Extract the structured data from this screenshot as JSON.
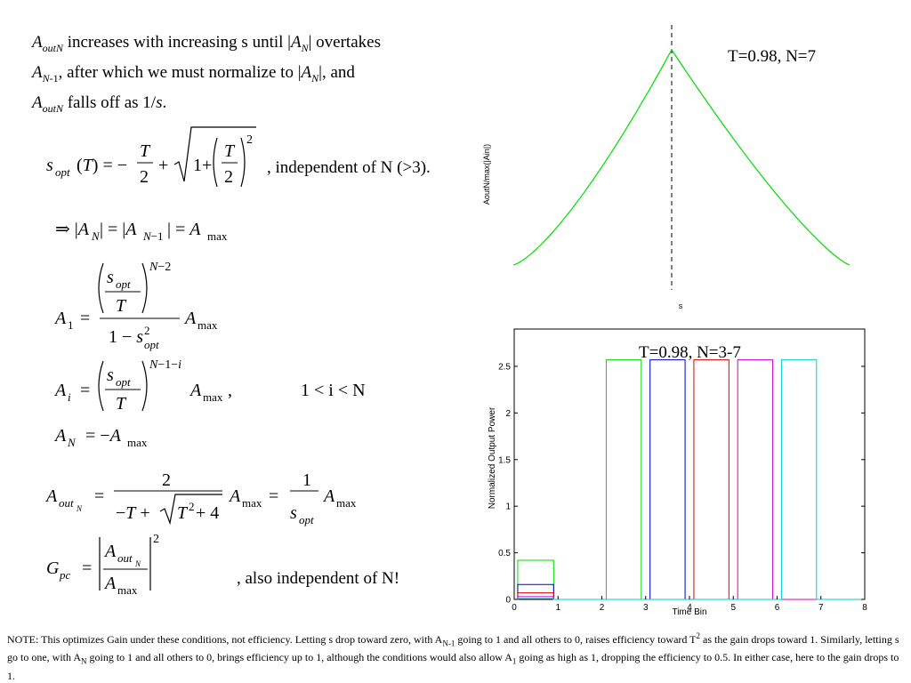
{
  "intro": {
    "l1_a": "A",
    "l1_sub": "outN",
    "l1_b": " increases with increasing s until |",
    "l1_c": "A",
    "l1_csub": "N",
    "l1_d": "| overtakes",
    "l2_a": "A",
    "l2_sub": "N",
    "l2_sub2": "-1",
    "l2_b": ", after which we must normalize to |",
    "l2_c": "A",
    "l2_csub": "N",
    "l2_d": "|, and",
    "l3_a": "A",
    "l3_sub": "outN",
    "l3_b": " falls off as 1/",
    "l3_c": "s",
    "l3_d": "."
  },
  "equations": {
    "sopt_note": ", independent of N (>3).",
    "gpc_note": ", also independent of N!",
    "range": "1 < i < N"
  },
  "note": {
    "p1": "NOTE:  This optimizes Gain under these conditions, not efficiency.  Letting s drop toward zero, with A",
    "p1_sub": "N-1",
    "p2": " going to 1 and all others to 0, raises efficiency toward T",
    "p2_sup": "2",
    "p3": " as the gain drops toward 1.  Similarly, letting s go to one, with A",
    "p3_sub": "N",
    "p4": " going to 1 and all others to 0, brings efficiency up to 1, although the conditions would also allow A",
    "p4_sub": "1",
    "p5": " going as high as 1, dropping the efficiency to 0.5.  In either case, here to the gain drops to 1."
  },
  "chart_data": [
    {
      "type": "line",
      "title": "T=0.98, N=7",
      "xlabel": "s",
      "ylabel": "AoutN/max(|Ain|)",
      "axes_visible": false,
      "vertical_marker": "dashed line at s_opt (peak)",
      "series": [
        {
          "color": "#00dd00",
          "shape": "rises to a peak at s_opt, then falls off"
        }
      ]
    },
    {
      "type": "bar",
      "title": "T=0.98, N=3-7",
      "xlabel": "Time Bin",
      "ylabel": "Normalized Output Power",
      "xlim": [
        0,
        8
      ],
      "ylim": [
        0,
        2.9
      ],
      "xticks": [
        "0",
        "1",
        "2",
        "3",
        "4",
        "5",
        "6",
        "7",
        "8"
      ],
      "yticks": [
        "0",
        "0.5",
        "1",
        "1.5",
        "2",
        "2.5"
      ],
      "series": [
        {
          "color": "#00dd00",
          "bins": [
            [
              0.08,
              0.9,
              0.42
            ],
            [
              2.1,
              2.9,
              2.57
            ]
          ]
        },
        {
          "color": "#0000cc",
          "bins": [
            [
              0.08,
              0.9,
              0.16
            ],
            [
              3.1,
              3.9,
              2.57
            ]
          ]
        },
        {
          "color": "#dd0000",
          "bins": [
            [
              0.08,
              0.9,
              0.07
            ],
            [
              4.1,
              4.9,
              2.57
            ]
          ]
        },
        {
          "color": "#cc00cc",
          "bins": [
            [
              0.08,
              0.9,
              0.03
            ],
            [
              5.1,
              5.9,
              2.57
            ]
          ]
        },
        {
          "color": "#00cccc",
          "bins": [
            [
              0.08,
              0.9,
              0.01
            ],
            [
              6.1,
              6.9,
              2.57
            ]
          ]
        }
      ]
    }
  ]
}
